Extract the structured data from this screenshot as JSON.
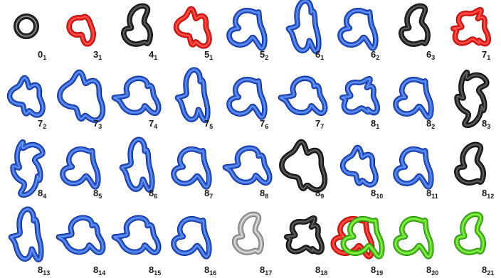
{
  "colors": {
    "blue": "#2f5fd0",
    "red": "#e8221b",
    "dark": "#2a2a2a",
    "silver": "#a8a8a8",
    "green": "#52c41a"
  },
  "knots": [
    {
      "base": "0",
      "sub": "1",
      "color": "dark",
      "shape": "unknot"
    },
    {
      "base": "3",
      "sub": "1",
      "color": "red",
      "shape": "trefoil"
    },
    {
      "base": "4",
      "sub": "1",
      "color": "dark",
      "shape": "fig8"
    },
    {
      "base": "5",
      "sub": "1",
      "color": "red",
      "shape": "star5"
    },
    {
      "base": "5",
      "sub": "2",
      "color": "blue",
      "shape": "loopy"
    },
    {
      "base": "6",
      "sub": "1",
      "color": "blue",
      "shape": "tall"
    },
    {
      "base": "6",
      "sub": "2",
      "color": "blue",
      "shape": "loopy"
    },
    {
      "base": "6",
      "sub": "3",
      "color": "dark",
      "shape": "fig8"
    },
    {
      "base": "7",
      "sub": "1",
      "color": "red",
      "shape": "star7"
    },
    {
      "base": "7",
      "sub": "2",
      "color": "blue",
      "shape": "star5"
    },
    {
      "base": "7",
      "sub": "3",
      "color": "blue",
      "shape": "big"
    },
    {
      "base": "7",
      "sub": "4",
      "color": "blue",
      "shape": "wide"
    },
    {
      "base": "7",
      "sub": "5",
      "color": "blue",
      "shape": "tall"
    },
    {
      "base": "7",
      "sub": "6",
      "color": "blue",
      "shape": "loopy"
    },
    {
      "base": "7",
      "sub": "7",
      "color": "blue",
      "shape": "wide"
    },
    {
      "base": "8",
      "sub": "1",
      "color": "blue",
      "shape": "star7"
    },
    {
      "base": "8",
      "sub": "2",
      "color": "blue",
      "shape": "loopy"
    },
    {
      "base": "8",
      "sub": "3",
      "color": "dark",
      "shape": "twist"
    },
    {
      "base": "8",
      "sub": "4",
      "color": "blue",
      "shape": "twist"
    },
    {
      "base": "8",
      "sub": "5",
      "color": "blue",
      "shape": "loopy"
    },
    {
      "base": "8",
      "sub": "6",
      "color": "blue",
      "shape": "tall"
    },
    {
      "base": "8",
      "sub": "7",
      "color": "blue",
      "shape": "loopy"
    },
    {
      "base": "8",
      "sub": "8",
      "color": "blue",
      "shape": "wide"
    },
    {
      "base": "8",
      "sub": "9",
      "color": "dark",
      "shape": "big"
    },
    {
      "base": "8",
      "sub": "10",
      "color": "blue",
      "shape": "star5"
    },
    {
      "base": "8",
      "sub": "11",
      "color": "blue",
      "shape": "loopy"
    },
    {
      "base": "8",
      "sub": "12",
      "color": "dark",
      "shape": "fig8"
    },
    {
      "base": "8",
      "sub": "13",
      "color": "blue",
      "shape": "tall"
    },
    {
      "base": "8",
      "sub": "14",
      "color": "blue",
      "shape": "wide"
    },
    {
      "base": "8",
      "sub": "15",
      "color": "blue",
      "shape": "wide"
    },
    {
      "base": "8",
      "sub": "16",
      "color": "blue",
      "shape": "loopy"
    },
    {
      "base": "8",
      "sub": "17",
      "color": "silver",
      "shape": "fig8"
    },
    {
      "base": "8",
      "sub": "18",
      "color": "dark",
      "shape": "star7"
    },
    {
      "base": "8",
      "sub": "19",
      "color": "red",
      "color2": "green",
      "shape": "twocolor"
    },
    {
      "base": "8",
      "sub": "20",
      "color": "green",
      "shape": "loopy"
    },
    {
      "base": "8",
      "sub": "21",
      "color": "green",
      "shape": "fig8"
    }
  ]
}
